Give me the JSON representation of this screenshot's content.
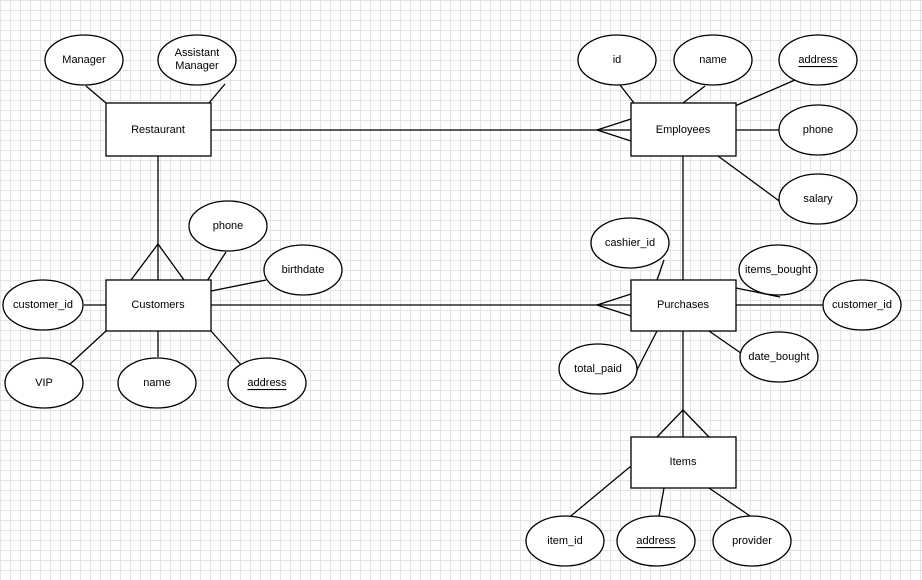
{
  "diagram": {
    "entities": {
      "restaurant": "Restaurant",
      "employees": "Employees",
      "customers": "Customers",
      "purchases": "Purchases",
      "items": "Items"
    },
    "attributes": {
      "manager": "Manager",
      "assistant_manager_1": "Assistant",
      "assistant_manager_2": "Manager",
      "emp_id": "id",
      "emp_name": "name",
      "emp_address": "address",
      "emp_phone": "phone",
      "emp_salary": "salary",
      "cust_phone": "phone",
      "cust_birthdate": "birthdate",
      "cust_id": "customer_id",
      "cust_vip": "VIP",
      "cust_name": "name",
      "cust_address": "address",
      "pur_cashier_id": "cashier_id",
      "pur_items_bought": "items_bought",
      "pur_customer_id": "customer_id",
      "pur_total_paid": "total_paid",
      "pur_date_bought": "date_bought",
      "item_id": "item_id",
      "item_address": "address",
      "item_provider": "provider"
    }
  }
}
